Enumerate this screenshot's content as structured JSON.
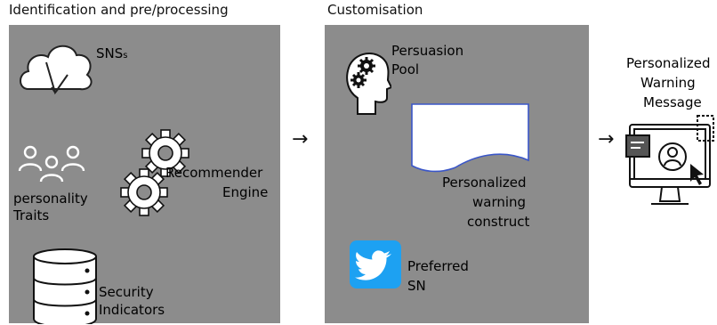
{
  "stage1": {
    "heading": "Identification and pre/processing",
    "sns_label": "SNS",
    "sns_sub": "s",
    "personality_label": "personality",
    "traits_label": "Traits",
    "recommender_line1": "Recommender",
    "recommender_line2": "Engine",
    "security_line1": "Security",
    "security_line2": "Indicators"
  },
  "stage2": {
    "heading": "Customisation",
    "persuasion_line1": "Persuasion",
    "persuasion_line2": "Pool",
    "construct_line1": "Personalized",
    "construct_line2": "warning",
    "construct_line3": "construct",
    "preferred_line1": "Preferred",
    "preferred_line2": "SN"
  },
  "stage3": {
    "line1": "Personalized",
    "line2": "Warning",
    "line3": "Message"
  },
  "arrows": {
    "first": "→",
    "second": "→"
  },
  "colors": {
    "panel": "#8c8c8c",
    "twitter": "#1da1f2",
    "document_border": "#3a56c8"
  }
}
